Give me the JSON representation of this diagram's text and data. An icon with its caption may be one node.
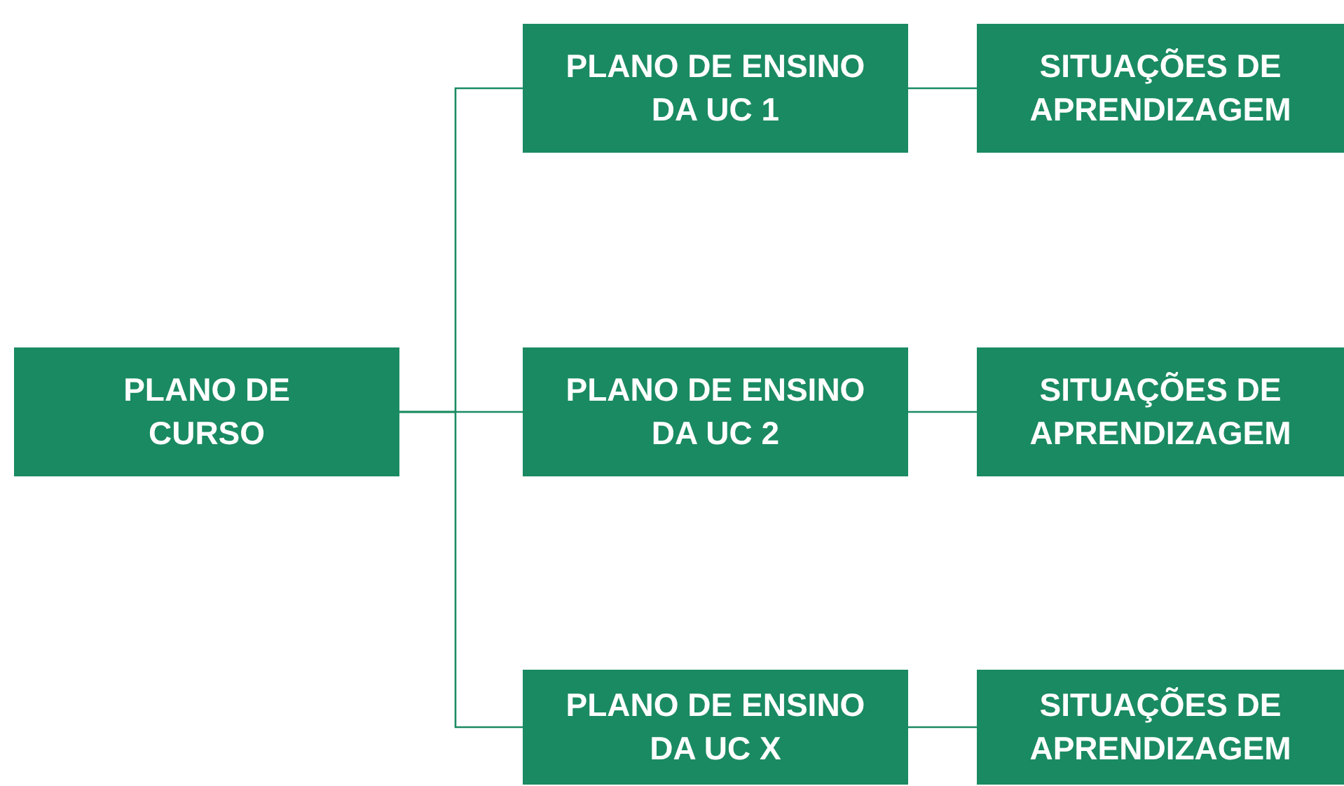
{
  "diagram": {
    "nodes": [
      {
        "text": [
          "PLANO DE CURSO"
        ]
      },
      {
        "text": [
          "PLANO DE ENSINO DA UC 1"
        ]
      },
      {
        "text": [
          "SITUAÇÕES DE APRENDIZAGEM"
        ]
      },
      {
        "text": [
          "PLANO DE ENSINO DA UC 2"
        ]
      },
      {
        "text": [
          "SITUAÇÕES DE APRENDIZAGEM"
        ]
      },
      {
        "text": [
          "PLANO DE ENSINO DA UC X"
        ]
      },
      {
        "text": [
          "SITUAÇÕES DE APRENDIZAGEM"
        ]
      }
    ],
    "edges": [
      {
        "from": 0,
        "to": 1,
        "arrow": "none"
      },
      {
        "from": 0,
        "to": 3,
        "arrow": "none"
      },
      {
        "from": 0,
        "to": 5,
        "arrow": "none"
      },
      {
        "from": 1,
        "to": 2,
        "arrow": "none"
      },
      {
        "from": 3,
        "to": 4,
        "arrow": "none"
      },
      {
        "from": 5,
        "to": 6,
        "arrow": "none"
      }
    ]
  }
}
